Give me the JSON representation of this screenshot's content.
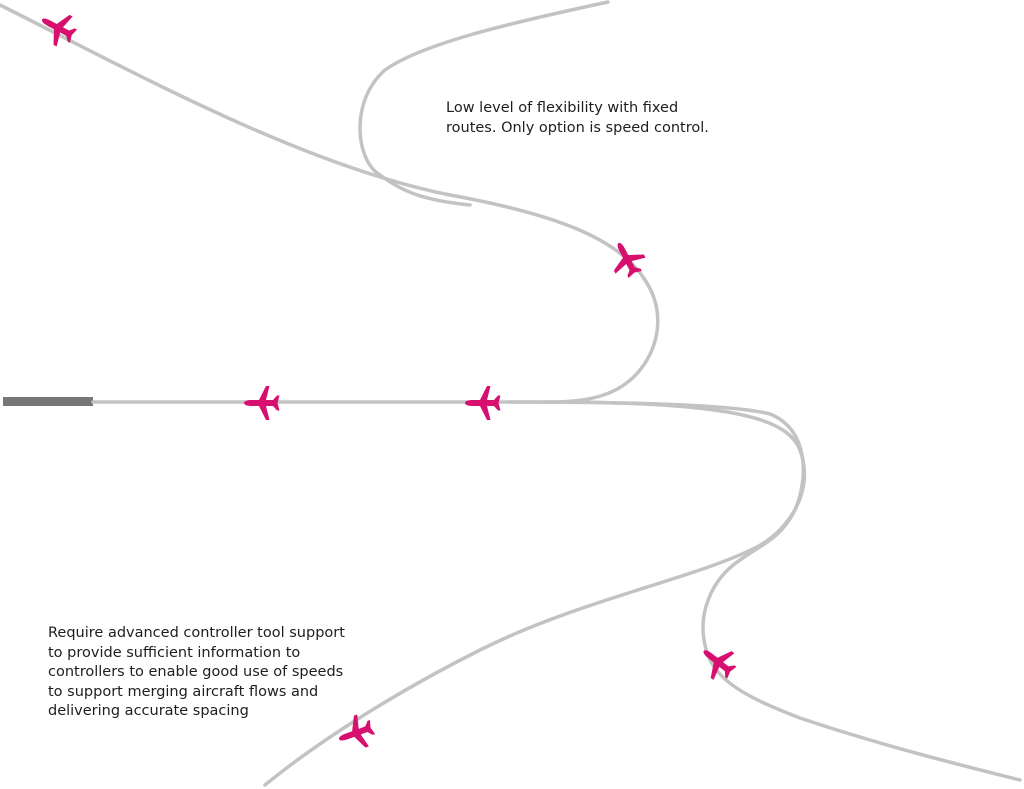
{
  "notes": {
    "top": {
      "lines": [
        "Low level of flexibility with fixed",
        "routes.  Only option is speed control."
      ]
    },
    "bottom": {
      "lines": [
        "Require advanced controller tool support",
        "to provide sufficient information to",
        "controllers to enable good use of speeds",
        "to support merging aircraft flows and",
        "delivering accurate spacing"
      ]
    }
  },
  "colors": {
    "route": "#c3c3c3",
    "runway": "#777777",
    "aircraft": "#d70f6e",
    "text": "#1e1e1e"
  },
  "icons": {
    "aircraft": "airplane-icon",
    "runway": "runway-bar"
  }
}
